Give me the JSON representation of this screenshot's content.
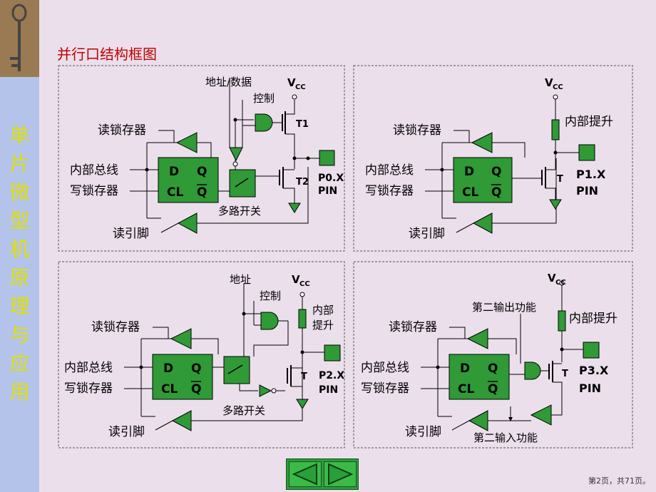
{
  "sidebar": {
    "vertical_title": [
      "单",
      "片",
      "微",
      "型",
      "机",
      "原",
      "理",
      "与",
      "应",
      "用"
    ]
  },
  "slide": {
    "title": "并行口结构框图",
    "page_indicator": "第2页，共71页。"
  },
  "panels": {
    "p0": {
      "address_data": "地址/数据",
      "control": "控制",
      "vcc": "V",
      "vcc_sub": "CC",
      "read_latch": "读锁存器",
      "internal_bus": "内部总线",
      "write_latch": "写锁存器",
      "read_pin": "读引脚",
      "mux": "多路开关",
      "t1": "T1",
      "t2": "T2",
      "pin_label1": "P0.X",
      "pin_label2": "PIN",
      "d": "D",
      "q": "Q",
      "cl": "CL",
      "qbar": "Q"
    },
    "p1": {
      "vcc": "V",
      "vcc_sub": "CC",
      "pullup": "内部提升",
      "read_latch": "读锁存器",
      "internal_bus": "内部总线",
      "write_latch": "写锁存器",
      "read_pin": "读引脚",
      "t": "T",
      "pin_label1": "P1.X",
      "pin_label2": "PIN",
      "d": "D",
      "q": "Q",
      "cl": "CL",
      "qbar": "Q"
    },
    "p2": {
      "address": "地址",
      "control": "控制",
      "vcc": "V",
      "vcc_sub": "CC",
      "pullup_1": "内部",
      "pullup_2": "提升",
      "read_latch": "读锁存器",
      "internal_bus": "内部总线",
      "write_latch": "写锁存器",
      "read_pin": "读引脚",
      "mux": "多路开关",
      "t": "T",
      "pin_label1": "P2.X",
      "pin_label2": "PIN",
      "d": "D",
      "q": "Q",
      "cl": "CL",
      "qbar": "Q"
    },
    "p3": {
      "vcc": "V",
      "vcc_sub": "CC",
      "second_out": "第二输出功能",
      "pullup": "内部提升",
      "read_latch": "读锁存器",
      "internal_bus": "内部总线",
      "write_latch": "写锁存器",
      "read_pin": "读引脚",
      "second_in": "第二输入功能",
      "t": "T",
      "pin_label1": "P3.X",
      "pin_label2": "PIN",
      "d": "D",
      "q": "Q",
      "cl": "CL",
      "qbar": "Q"
    }
  },
  "colors": {
    "latch_fill": "#2f9a36",
    "title_red": "#c00000",
    "sidebar_text": "#e0e000"
  },
  "icons": {
    "prev": "left-triangle-icon",
    "next": "right-triangle-icon"
  }
}
